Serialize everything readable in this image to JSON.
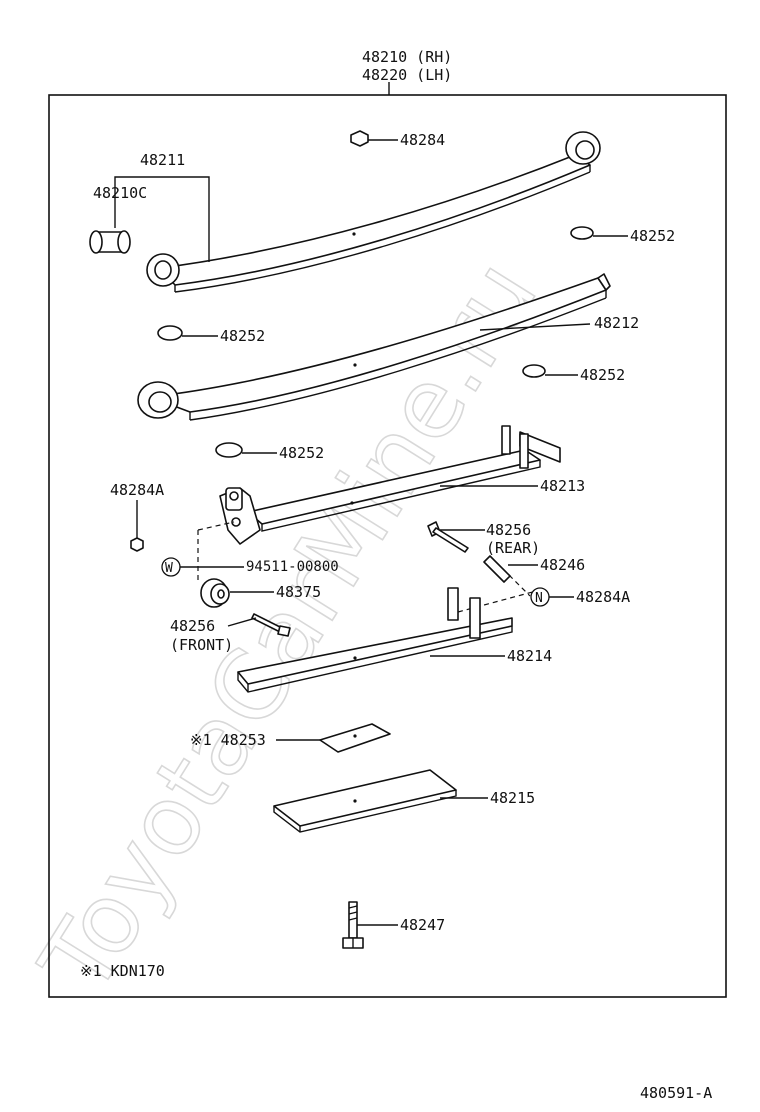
{
  "header": {
    "rh": "48210 (RH)",
    "lh": "48220 (LH)"
  },
  "labels": {
    "p48284": "48284",
    "p48211": "48211",
    "p48210C": "48210C",
    "p48252a": "48252",
    "p48212": "48212",
    "p48252b": "48252",
    "p48252c": "48252",
    "p48252d": "48252",
    "p48213": "48213",
    "p48284A_a": "48284A",
    "p48256r": "48256",
    "p48256r_note": "(REAR)",
    "p48246": "48246",
    "w_symbol": "W",
    "p94511": "94511-00800",
    "n_symbol": "N",
    "p48284A_b": "48284A",
    "p48375": "48375",
    "p48256f": "48256",
    "p48256f_note": "(FRONT)",
    "p48214": "48214",
    "p48253": "※1 48253",
    "p48215": "48215",
    "p48247": "48247"
  },
  "footnote": "※1 KDN170",
  "ref_code": "480591-A",
  "watermark": "ToyotaCarMine.ru"
}
